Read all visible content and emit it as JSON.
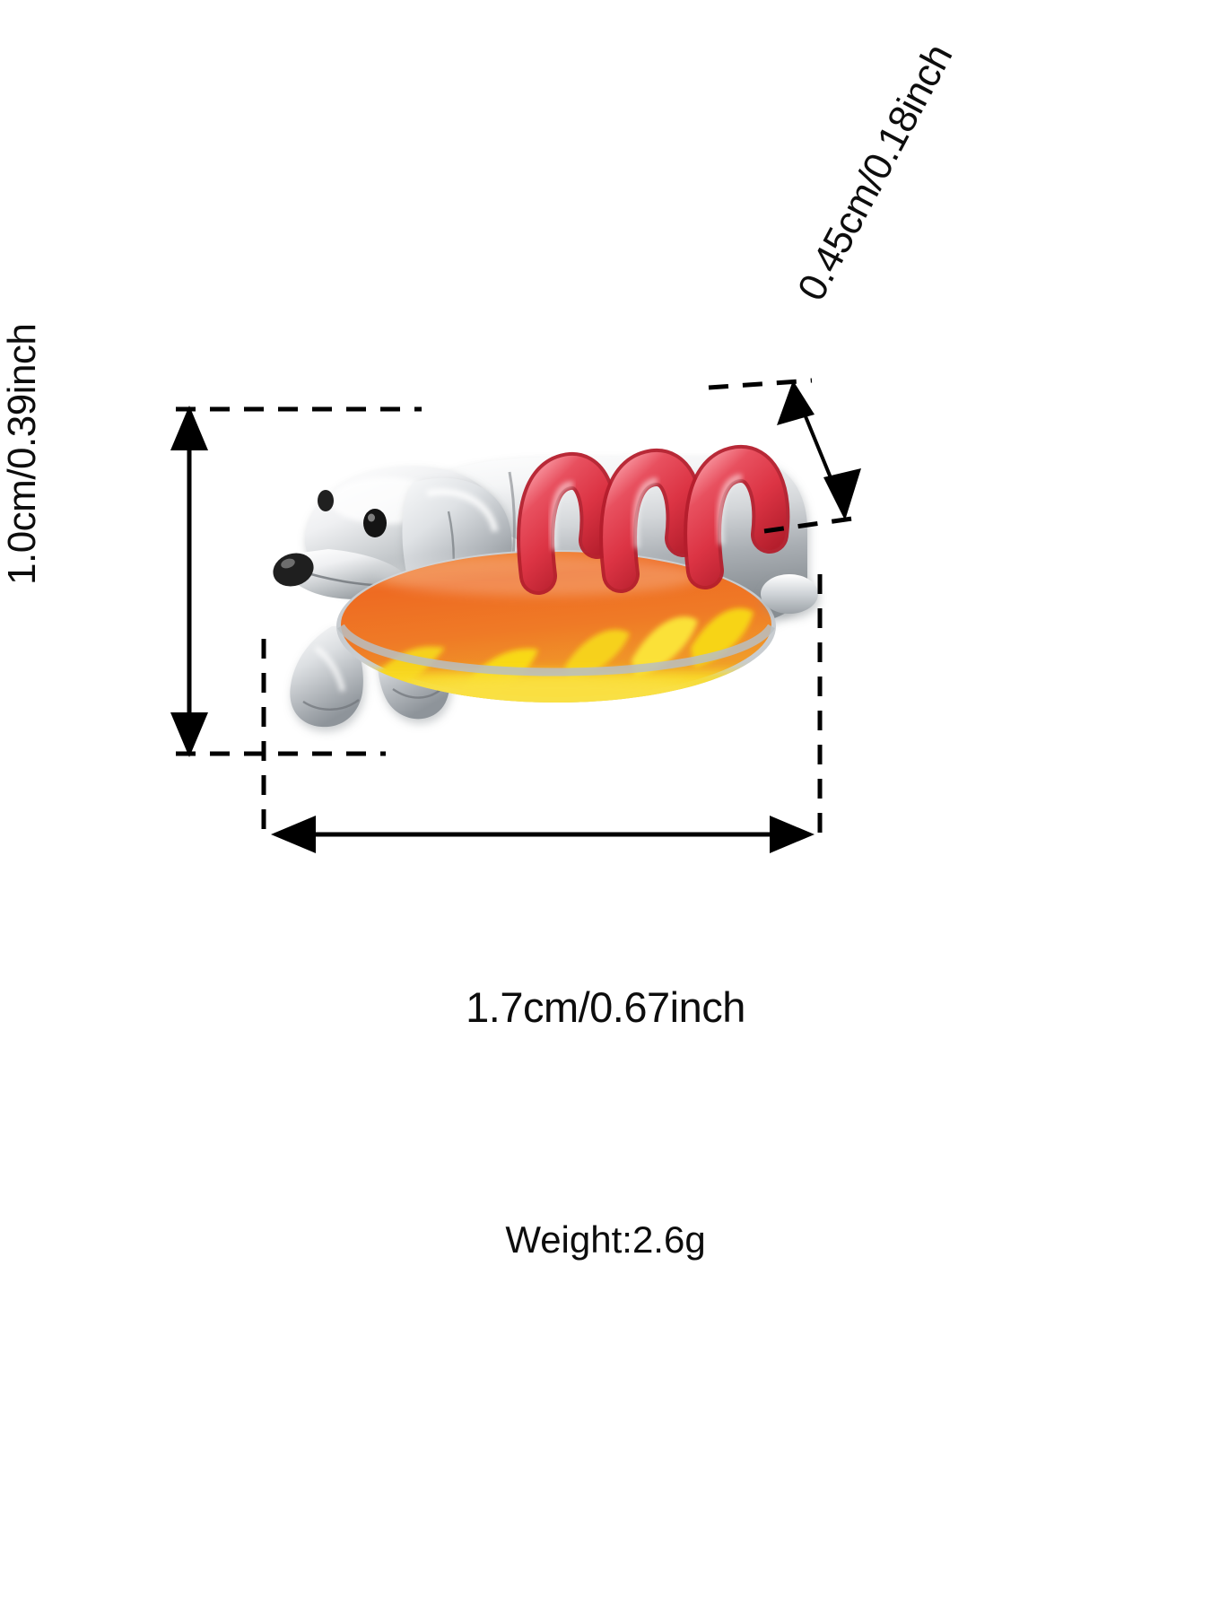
{
  "page": {
    "background_color": "#ffffff",
    "type": "product-dimension-diagram"
  },
  "dimensions": {
    "height": {
      "label": "1.0cm/0.39inch",
      "orientation": "vertical",
      "cm": "1.0",
      "inch": "0.39"
    },
    "width": {
      "label": "1.7cm/0.67inch",
      "orientation": "horizontal",
      "cm": "1.7",
      "inch": "0.67"
    },
    "depth": {
      "label": "0.45cm/0.18inch",
      "orientation": "diagonal",
      "cm": "0.45",
      "inch": "0.18"
    }
  },
  "weight": {
    "label": "Weight:2.6g",
    "value": "2.6",
    "unit": "g"
  },
  "product": {
    "name": "dachshund-hot-dog-charm-bead",
    "colors": {
      "metal_light": "#fdfdfd",
      "metal_mid": "#d8dadd",
      "metal_shadow": "#9aa0a6",
      "metal_dark": "#6e7478",
      "ketchup_red": "#e0394a",
      "ketchup_red_dark": "#b8202f",
      "ketchup_red_light": "#f2707e",
      "bun_orange": "#ef6a21",
      "bun_orange_deep": "#d9471a",
      "mustard_yellow": "#f7d417",
      "mustard_yellow_light": "#fbe95f",
      "eye_black": "#1a1a1a",
      "nose_black": "#222222"
    }
  },
  "annotations": {
    "line_color": "#000000",
    "dash_pattern": "18 14",
    "arrow_style": "solid-triangle"
  }
}
